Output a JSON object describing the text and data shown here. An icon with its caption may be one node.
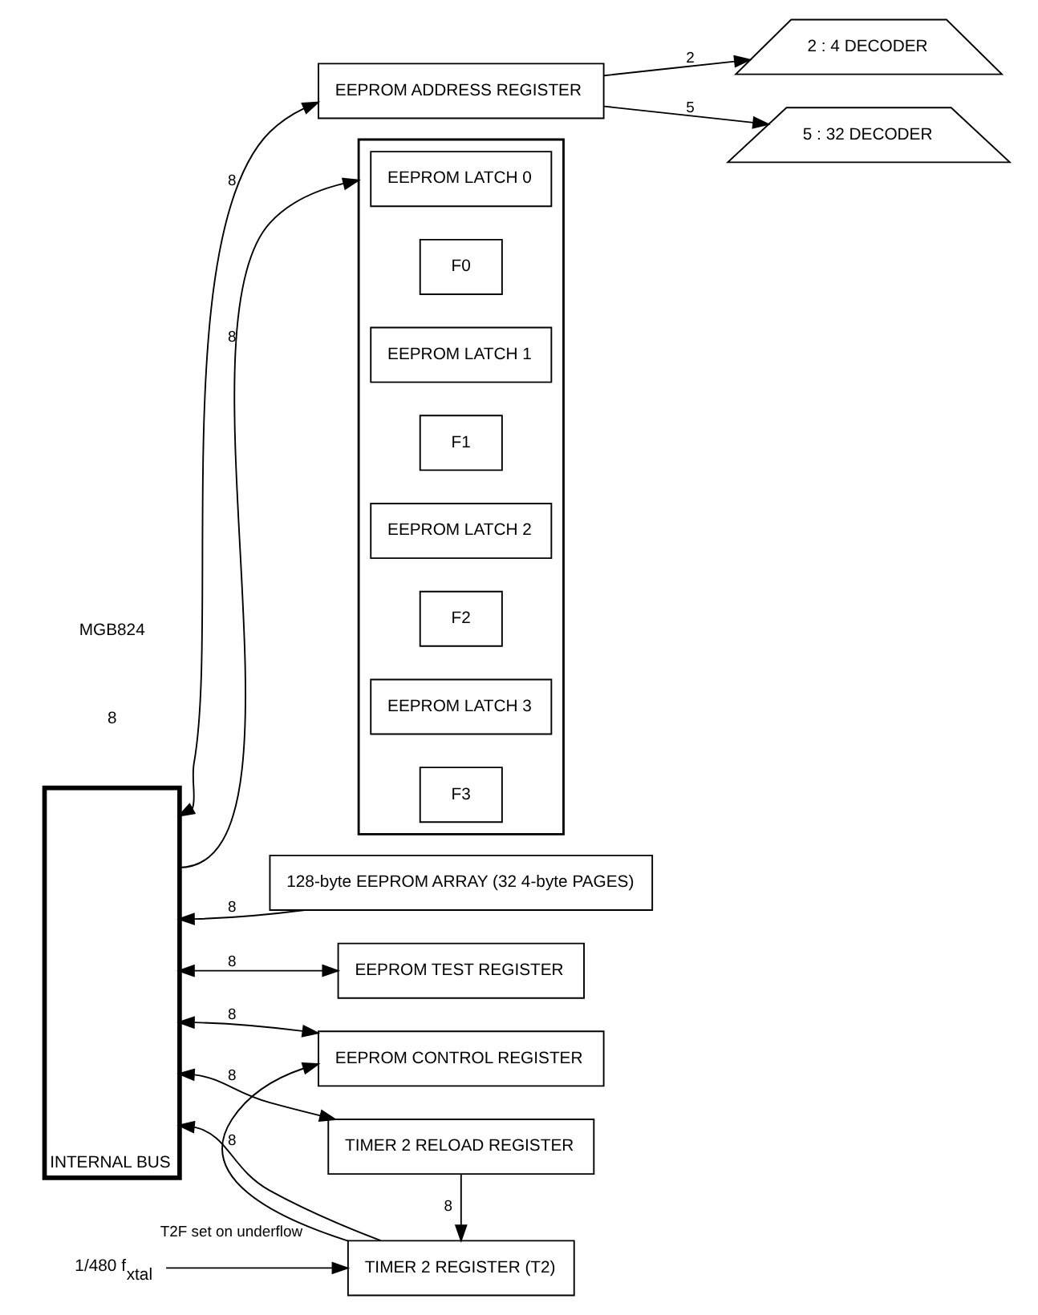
{
  "diagram": {
    "nodes": [
      {
        "text": [
          "INTERNAL BUS"
        ]
      },
      {
        "text": [
          "EEPROM ADDRESS REGISTER"
        ]
      },
      {
        "text": [
          "2 : 4 DECODER"
        ]
      },
      {
        "text": [],
        "shape": "box"
      },
      {
        "text": [
          "EEPROM LATCH 0"
        ],
        "in": 3
      },
      {
        "text": [
          "F0"
        ],
        "in": 3
      },
      {
        "text": [
          "EEPROM LATCH 1"
        ],
        "in": 3
      },
      {
        "text": [
          "F1"
        ],
        "in": 3
      },
      {
        "text": [
          "EEPROM LATCH 2"
        ],
        "in": 3
      },
      {
        "text": [
          "F2"
        ],
        "in": 3
      },
      {
        "text": [
          "EEPROM LATCH 3"
        ],
        "in": 3
      },
      {
        "text": [
          "F3"
        ],
        "in": 3
      },
      {
        "text": [
          "5 : 32 DECODER"
        ]
      },
      {
        "text": [
          "128-byte EEPROM ARRAY (32 4-byte PAGES)"
        ]
      },
      {
        "text": [
          "EEPROM TEST REGISTER"
        ]
      },
      {
        "text": [
          "EEPROM CONTROL REGISTER"
        ]
      },
      {
        "text": [
          "TIMER 2 RELOAD REGISTER"
        ]
      },
      {
        "text": [
          "TIMER 2 REGISTER (T2)"
        ]
      },
      {
        "text": [
          "1/480 f$_{xtal}$"
        ]
      }
    ],
    "edges": [
      {
        "from": 0,
        "to": 1,
        "arrow": "both",
        "label": "8"
      },
      {
        "from": 1,
        "to": 2,
        "arrow": "to",
        "label": "2"
      },
      {
        "from": 1,
        "to": 12,
        "arrow": "to",
        "label": "5"
      },
      {
        "from": 0,
        "to": 3,
        "arrow": "to",
        "label": "8"
      },
      {
        "from": 13,
        "to": 0,
        "arrow": "to",
        "label": "8"
      },
      {
        "from": 0,
        "to": 14,
        "arrow": "both",
        "label": "8"
      },
      {
        "from": 0,
        "to": 15,
        "arrow": "both",
        "label": "8"
      },
      {
        "from": 0,
        "to": 16,
        "arrow": "both",
        "label": "8"
      },
      {
        "from": 16,
        "to": 17,
        "arrow": "to",
        "label": "8"
      },
      {
        "from": 17,
        "to": 0,
        "arrow": "to",
        "label": "8"
      },
      {
        "from": 17,
        "to": 15,
        "arrow": "to",
        "label": "T2F set on underflow"
      },
      {
        "from": 18,
        "to": 17,
        "arrow": "to"
      }
    ],
    "labels": [
      "8",
      "MGB824"
    ]
  }
}
